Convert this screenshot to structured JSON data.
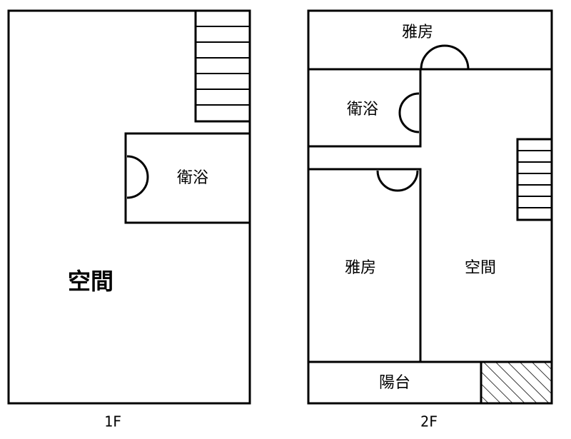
{
  "floor_1": {
    "label": "1F",
    "rooms": {
      "main_space": "空間",
      "bathroom": "衛浴"
    }
  },
  "floor_2": {
    "label": "2F",
    "rooms": {
      "top_bedroom": "雅房",
      "bathroom": "衛浴",
      "left_bedroom": "雅房",
      "space": "空間",
      "balcony": "陽台"
    }
  }
}
